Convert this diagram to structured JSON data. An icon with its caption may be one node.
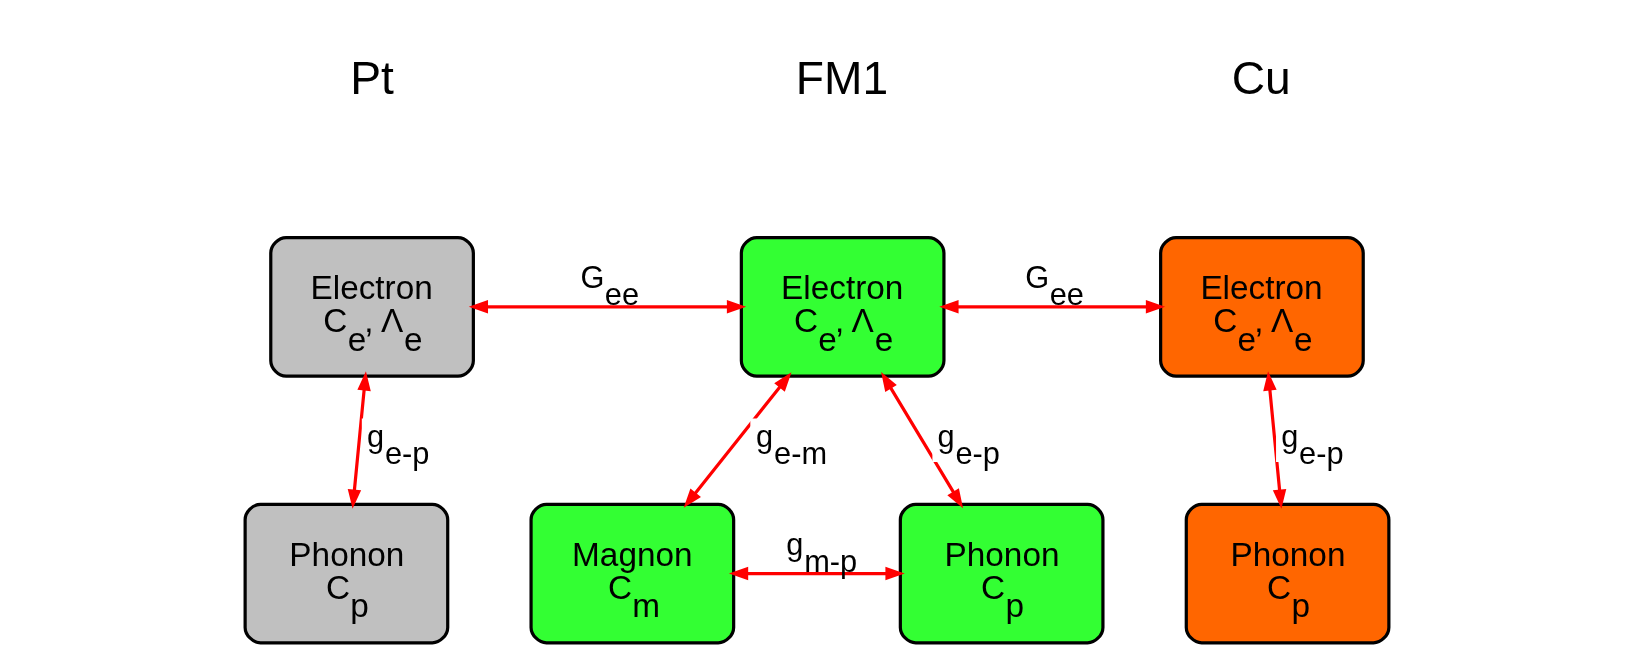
{
  "diagram": {
    "nodes": [
      {
        "text": [
          "Electron",
          "C$_{e}$, Λ$_{e}$"
        ]
      },
      {
        "text": [
          "Electron",
          "C$_{e}$, Λ$_{e}$"
        ]
      },
      {
        "text": [
          "Electron",
          "C$_{e}$, Λ$_{e}$"
        ]
      },
      {
        "text": [
          "Phonon",
          "C$_{p}$"
        ]
      },
      {
        "text": [
          "Magnon",
          "C$_{m}$"
        ]
      },
      {
        "text": [
          "Phonon",
          "C$_{p}$"
        ]
      },
      {
        "text": [
          "Phonon",
          "C$_{p}$"
        ]
      }
    ],
    "edges": [
      {
        "from": 0,
        "to": 1,
        "arrow": "both",
        "label": "G$_{ee}$"
      },
      {
        "from": 1,
        "to": 2,
        "arrow": "both",
        "label": "G$_{ee}$"
      },
      {
        "from": 0,
        "to": 3,
        "arrow": "both",
        "label": "g$_{e-p}$"
      },
      {
        "from": 1,
        "to": 4,
        "arrow": "both",
        "label": "g$_{e-m}$"
      },
      {
        "from": 1,
        "to": 5,
        "arrow": "both",
        "label": "g$_{e-p}$"
      },
      {
        "from": 4,
        "to": 5,
        "arrow": "both",
        "label": "g$_{m-p}$"
      },
      {
        "from": 2,
        "to": 6,
        "arrow": "both",
        "label": "g$_{e-p}$"
      }
    ],
    "labels": [
      "Pt",
      "FM1",
      "Cu"
    ]
  }
}
